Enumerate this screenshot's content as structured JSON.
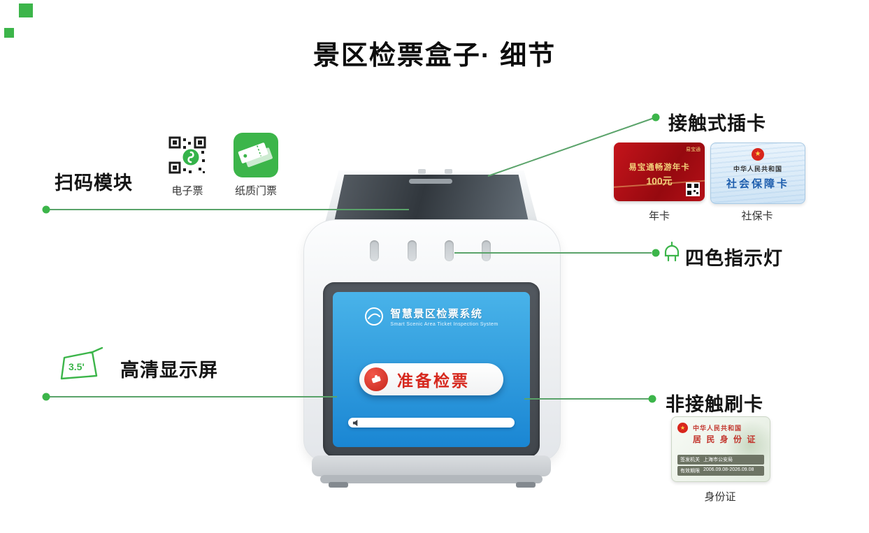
{
  "title": "景区检票盒子· 细节",
  "colors": {
    "green": "#3cb54a",
    "line_green": "#5aa36a",
    "screen_blue": "#1f8fdc",
    "button_red": "#d6281e"
  },
  "left": {
    "scan_label": "扫码模块",
    "eticket_label": "电子票",
    "paper_label": "纸质门票",
    "screen_label": "高清显示屏",
    "screen_size": "3.5'"
  },
  "right": {
    "contact_label": "接触式插卡",
    "annual_label": "年卡",
    "social_label": "社保卡",
    "indicator_label": "四色指示灯",
    "contactless_label": "非接触刷卡",
    "idcard_label": "身份证"
  },
  "cards": {
    "annual": {
      "brand": "易宝通",
      "title": "易宝通畅游年卡",
      "price": "100元"
    },
    "social": {
      "country": "中华人民共和国",
      "name": "社会保障卡"
    },
    "idcard": {
      "country": "中华人民共和国",
      "name": "居 民 身 份 证",
      "row1_label": "签发机关",
      "row1_value": "上海市公安局",
      "row2_label": "有效期限",
      "row2_value": "2006.09.08-2026.09.08"
    }
  },
  "device": {
    "screen_title": "智慧景区检票系统",
    "screen_subtitle": "Smart Scenic Area Ticket Inspection System",
    "button_label": "准备检票"
  }
}
